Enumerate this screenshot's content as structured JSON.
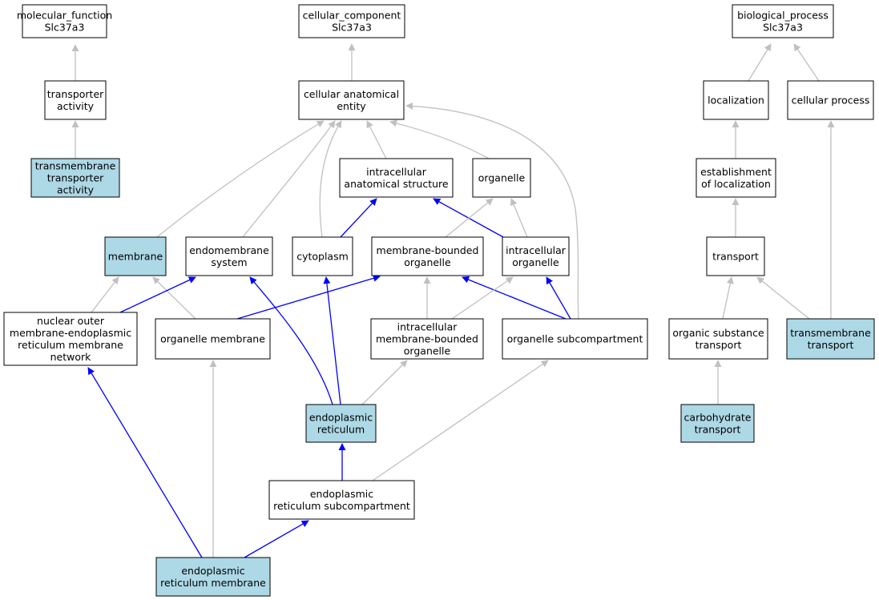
{
  "colors": {
    "highlight_fill": "#add8e6",
    "normal_fill": "#ffffff",
    "is_a_edge": "#c0c0c0",
    "part_of_edge": "#0000ff"
  },
  "nodes": {
    "molecular_function": {
      "lines": [
        "molecular_function",
        "Slc37a3"
      ],
      "highlighted": false
    },
    "cellular_component": {
      "lines": [
        "cellular_component",
        "Slc37a3"
      ],
      "highlighted": false
    },
    "biological_process": {
      "lines": [
        "biological_process",
        "Slc37a3"
      ],
      "highlighted": false
    },
    "transporter_activity": {
      "lines": [
        "transporter",
        "activity"
      ],
      "highlighted": false
    },
    "transmembrane_transporter_activity": {
      "lines": [
        "transmembrane",
        "transporter",
        "activity"
      ],
      "highlighted": true
    },
    "cellular_anatomical_entity": {
      "lines": [
        "cellular anatomical",
        "entity"
      ],
      "highlighted": false
    },
    "localization": {
      "lines": [
        "localization"
      ],
      "highlighted": false
    },
    "cellular_process": {
      "lines": [
        "cellular process"
      ],
      "highlighted": false
    },
    "intracellular_anatomical_structure": {
      "lines": [
        "intracellular",
        "anatomical structure"
      ],
      "highlighted": false
    },
    "organelle": {
      "lines": [
        "organelle"
      ],
      "highlighted": false
    },
    "establishment_of_localization": {
      "lines": [
        "establishment",
        "of localization"
      ],
      "highlighted": false
    },
    "membrane": {
      "lines": [
        "membrane"
      ],
      "highlighted": true
    },
    "endomembrane_system": {
      "lines": [
        "endomembrane",
        "system"
      ],
      "highlighted": false
    },
    "cytoplasm": {
      "lines": [
        "cytoplasm"
      ],
      "highlighted": false
    },
    "membrane_bounded_organelle": {
      "lines": [
        "membrane-bounded",
        "organelle"
      ],
      "highlighted": false
    },
    "intracellular_organelle": {
      "lines": [
        "intracellular",
        "organelle"
      ],
      "highlighted": false
    },
    "transport": {
      "lines": [
        "transport"
      ],
      "highlighted": false
    },
    "nuclear_outer_membrane_er_network": {
      "lines": [
        "nuclear outer",
        "membrane-endoplasmic",
        "reticulum membrane",
        "network"
      ],
      "highlighted": false
    },
    "organelle_membrane": {
      "lines": [
        "organelle membrane"
      ],
      "highlighted": false
    },
    "intracellular_membrane_bounded_organelle": {
      "lines": [
        "intracellular",
        "membrane-bounded",
        "organelle"
      ],
      "highlighted": false
    },
    "organelle_subcompartment": {
      "lines": [
        "organelle subcompartment"
      ],
      "highlighted": false
    },
    "organic_substance_transport": {
      "lines": [
        "organic substance",
        "transport"
      ],
      "highlighted": false
    },
    "transmembrane_transport": {
      "lines": [
        "transmembrane",
        "transport"
      ],
      "highlighted": true
    },
    "endoplasmic_reticulum": {
      "lines": [
        "endoplasmic",
        "reticulum"
      ],
      "highlighted": true
    },
    "carbohydrate_transport": {
      "lines": [
        "carbohydrate",
        "transport"
      ],
      "highlighted": true
    },
    "er_subcompartment": {
      "lines": [
        "endoplasmic",
        "reticulum subcompartment"
      ],
      "highlighted": false
    },
    "er_membrane": {
      "lines": [
        "endoplasmic",
        "reticulum membrane"
      ],
      "highlighted": true
    }
  },
  "edges": [
    {
      "from": "transporter_activity",
      "to": "molecular_function",
      "relation": "is_a"
    },
    {
      "from": "transmembrane_transporter_activity",
      "to": "transporter_activity",
      "relation": "is_a"
    },
    {
      "from": "cellular_anatomical_entity",
      "to": "cellular_component",
      "relation": "is_a"
    },
    {
      "from": "localization",
      "to": "biological_process",
      "relation": "is_a"
    },
    {
      "from": "cellular_process",
      "to": "biological_process",
      "relation": "is_a"
    },
    {
      "from": "intracellular_anatomical_structure",
      "to": "cellular_anatomical_entity",
      "relation": "is_a"
    },
    {
      "from": "organelle",
      "to": "cellular_anatomical_entity",
      "relation": "is_a"
    },
    {
      "from": "membrane",
      "to": "cellular_anatomical_entity",
      "relation": "is_a"
    },
    {
      "from": "endomembrane_system",
      "to": "cellular_anatomical_entity",
      "relation": "is_a"
    },
    {
      "from": "cytoplasm",
      "to": "cellular_anatomical_entity",
      "relation": "is_a"
    },
    {
      "from": "organelle_subcompartment",
      "to": "cellular_anatomical_entity",
      "relation": "is_a"
    },
    {
      "from": "establishment_of_localization",
      "to": "localization",
      "relation": "is_a"
    },
    {
      "from": "transport",
      "to": "establishment_of_localization",
      "relation": "is_a"
    },
    {
      "from": "cytoplasm",
      "to": "intracellular_anatomical_structure",
      "relation": "part_of"
    },
    {
      "from": "intracellular_organelle",
      "to": "intracellular_anatomical_structure",
      "relation": "part_of"
    },
    {
      "from": "membrane_bounded_organelle",
      "to": "organelle",
      "relation": "is_a"
    },
    {
      "from": "intracellular_organelle",
      "to": "organelle",
      "relation": "is_a"
    },
    {
      "from": "nuclear_outer_membrane_er_network",
      "to": "membrane",
      "relation": "is_a"
    },
    {
      "from": "organelle_membrane",
      "to": "membrane",
      "relation": "is_a"
    },
    {
      "from": "nuclear_outer_membrane_er_network",
      "to": "endomembrane_system",
      "relation": "part_of"
    },
    {
      "from": "endoplasmic_reticulum",
      "to": "endomembrane_system",
      "relation": "part_of"
    },
    {
      "from": "endoplasmic_reticulum",
      "to": "cytoplasm",
      "relation": "part_of"
    },
    {
      "from": "organelle_membrane",
      "to": "membrane_bounded_organelle",
      "relation": "part_of"
    },
    {
      "from": "intracellular_membrane_bounded_organelle",
      "to": "membrane_bounded_organelle",
      "relation": "is_a"
    },
    {
      "from": "organelle_subcompartment",
      "to": "membrane_bounded_organelle",
      "relation": "part_of"
    },
    {
      "from": "intracellular_membrane_bounded_organelle",
      "to": "intracellular_organelle",
      "relation": "is_a"
    },
    {
      "from": "organelle_subcompartment",
      "to": "intracellular_organelle",
      "relation": "part_of"
    },
    {
      "from": "organic_substance_transport",
      "to": "transport",
      "relation": "is_a"
    },
    {
      "from": "transmembrane_transport",
      "to": "transport",
      "relation": "is_a"
    },
    {
      "from": "transmembrane_transport",
      "to": "cellular_process",
      "relation": "is_a"
    },
    {
      "from": "carbohydrate_transport",
      "to": "organic_substance_transport",
      "relation": "is_a"
    },
    {
      "from": "er_membrane",
      "to": "nuclear_outer_membrane_er_network",
      "relation": "part_of"
    },
    {
      "from": "er_membrane",
      "to": "organelle_membrane",
      "relation": "is_a"
    },
    {
      "from": "er_membrane",
      "to": "er_subcompartment",
      "relation": "part_of"
    },
    {
      "from": "endoplasmic_reticulum",
      "to": "intracellular_membrane_bounded_organelle",
      "relation": "is_a"
    },
    {
      "from": "er_subcompartment",
      "to": "endoplasmic_reticulum",
      "relation": "part_of"
    },
    {
      "from": "er_subcompartment",
      "to": "organelle_subcompartment",
      "relation": "is_a"
    }
  ]
}
